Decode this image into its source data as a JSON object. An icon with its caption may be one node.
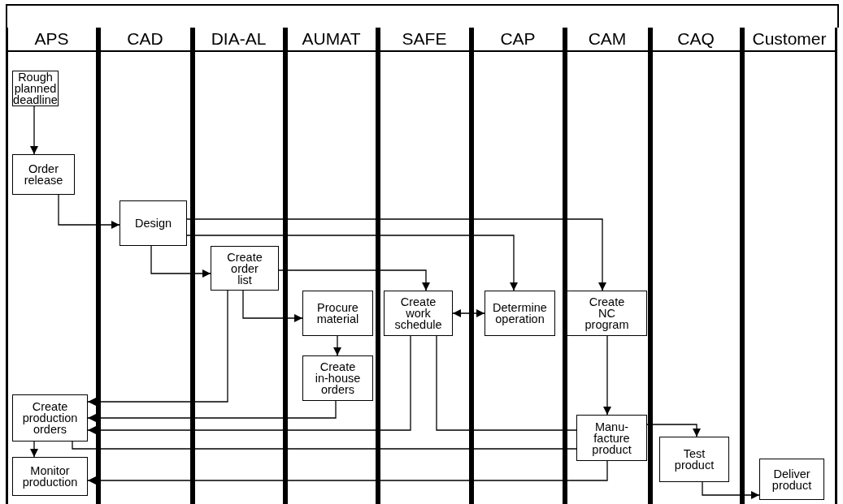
{
  "diagram": {
    "nodes": [
      {
        "text": [
          "APS"
        ]
      },
      {
        "text": [
          "CAD"
        ]
      },
      {
        "text": [
          "DIA-AL"
        ]
      },
      {
        "text": [
          "AUMAT"
        ]
      },
      {
        "text": [
          "SAFE"
        ]
      },
      {
        "text": [
          "CAP"
        ]
      },
      {
        "text": [
          "CAM"
        ]
      },
      {
        "text": [
          "CAQ"
        ]
      },
      {
        "text": [
          "Customer"
        ]
      },
      {
        "text": [
          "Rough planned deadline"
        ],
        "in": 0
      },
      {
        "text": [
          "Order release"
        ],
        "in": 0
      },
      {
        "text": [
          "Design"
        ],
        "in": 1
      },
      {
        "text": [
          "Create order list"
        ],
        "in": 2
      },
      {
        "text": [
          "Procure material"
        ],
        "in": 3
      },
      {
        "text": [
          "Create work schedule"
        ],
        "in": 4
      },
      {
        "text": [
          "Determine operation"
        ],
        "in": 5
      },
      {
        "text": [
          "Create NC program"
        ],
        "in": 6
      },
      {
        "text": [
          "Create in-house orders"
        ],
        "in": 3
      },
      {
        "text": [
          "Create production orders"
        ],
        "in": 0
      },
      {
        "text": [
          "Monitor production"
        ],
        "in": 0
      },
      {
        "text": [
          "Manu- facture product"
        ],
        "in": 6
      },
      {
        "text": [
          "Test product"
        ],
        "in": 7
      },
      {
        "text": [
          "Deliver product"
        ],
        "in": 8
      }
    ],
    "edges": [
      {
        "from": 9,
        "to": 10,
        "arrow": "to"
      },
      {
        "from": 10,
        "to": 11,
        "arrow": "to"
      },
      {
        "from": 11,
        "to": 16,
        "arrow": "to"
      },
      {
        "from": 11,
        "to": 15,
        "arrow": "to"
      },
      {
        "from": 11,
        "to": 12,
        "arrow": "to"
      },
      {
        "from": 12,
        "to": 14,
        "arrow": "to"
      },
      {
        "from": 12,
        "to": 13,
        "arrow": "to"
      },
      {
        "from": 14,
        "to": 15,
        "arrow": "both"
      },
      {
        "from": 13,
        "to": 17,
        "arrow": "to"
      },
      {
        "from": 16,
        "to": 20,
        "arrow": "to"
      },
      {
        "from": 12,
        "to": 18,
        "arrow": "to"
      },
      {
        "from": 17,
        "to": 18,
        "arrow": "to"
      },
      {
        "from": 14,
        "to": 18,
        "arrow": "to"
      },
      {
        "from": 14,
        "to": 20,
        "arrow": "to"
      },
      {
        "from": 18,
        "to": 19,
        "arrow": "to"
      },
      {
        "from": 18,
        "to": 20,
        "arrow": "to"
      },
      {
        "from": 20,
        "to": 19,
        "arrow": "to"
      },
      {
        "from": 20,
        "to": 21,
        "arrow": "to"
      },
      {
        "from": 21,
        "to": 22,
        "arrow": "to"
      }
    ]
  }
}
